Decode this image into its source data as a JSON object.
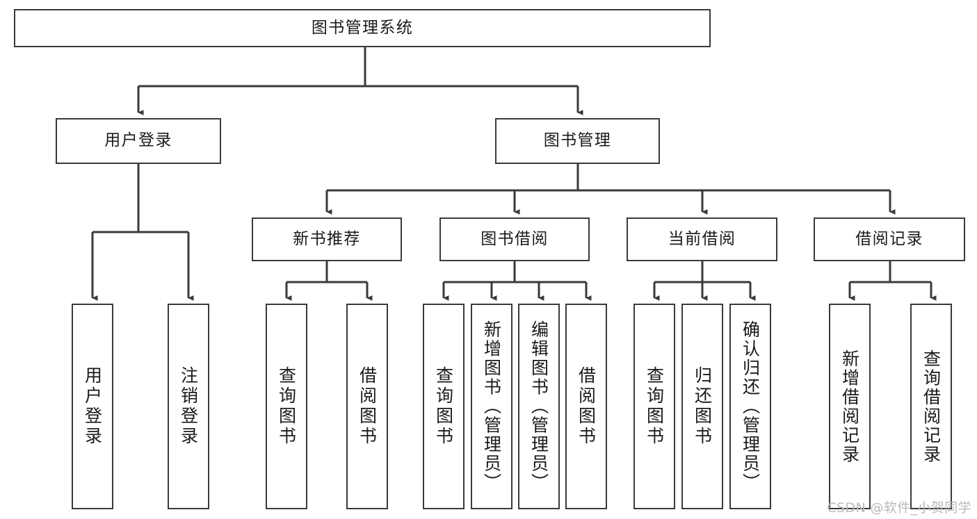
{
  "diagram": {
    "type": "tree-hierarchy",
    "title_node": {
      "id": "root",
      "label": "图书管理系统"
    },
    "level2": [
      {
        "id": "user-login",
        "label": "用户登录"
      },
      {
        "id": "book-management",
        "label": "图书管理"
      }
    ],
    "level3": [
      {
        "id": "new-book-recommend",
        "label": "新书推荐",
        "parent": "book-management"
      },
      {
        "id": "book-borrow",
        "label": "图书借阅",
        "parent": "book-management"
      },
      {
        "id": "current-borrow",
        "label": "当前借阅",
        "parent": "book-management"
      },
      {
        "id": "borrow-record",
        "label": "借阅记录",
        "parent": "book-management"
      }
    ],
    "leaves": [
      {
        "id": "leaf-user-login",
        "label": "用户登录",
        "parent": "user-login"
      },
      {
        "id": "leaf-logout-login",
        "label": "注销登录",
        "parent": "user-login"
      },
      {
        "id": "leaf-query-book-1",
        "label": "查询图书",
        "parent": "new-book-recommend"
      },
      {
        "id": "leaf-borrow-book-1",
        "label": "借阅图书",
        "parent": "new-book-recommend"
      },
      {
        "id": "leaf-query-book-2",
        "label": "查询图书",
        "parent": "book-borrow"
      },
      {
        "id": "leaf-add-book",
        "label": "新增图书（管理员）",
        "parent": "book-borrow"
      },
      {
        "id": "leaf-edit-book",
        "label": "编辑图书（管理员）",
        "parent": "book-borrow"
      },
      {
        "id": "leaf-borrow-book-2",
        "label": "借阅图书",
        "parent": "book-borrow"
      },
      {
        "id": "leaf-query-book-3",
        "label": "查询图书",
        "parent": "current-borrow"
      },
      {
        "id": "leaf-return-book",
        "label": "归还图书",
        "parent": "current-borrow"
      },
      {
        "id": "leaf-confirm-return",
        "label": "确认归还（管理员）",
        "parent": "current-borrow"
      },
      {
        "id": "leaf-add-record",
        "label": "新增借阅记录",
        "parent": "borrow-record"
      },
      {
        "id": "leaf-query-record",
        "label": "查询借阅记录",
        "parent": "borrow-record"
      }
    ],
    "colors": {
      "stroke": "#3a3a3a",
      "fill": "#ffffff",
      "text": "#1a1a1a",
      "watermark": "#b9b9b9"
    }
  },
  "watermark": {
    "text": "CSDN @软件_小贺同学"
  }
}
